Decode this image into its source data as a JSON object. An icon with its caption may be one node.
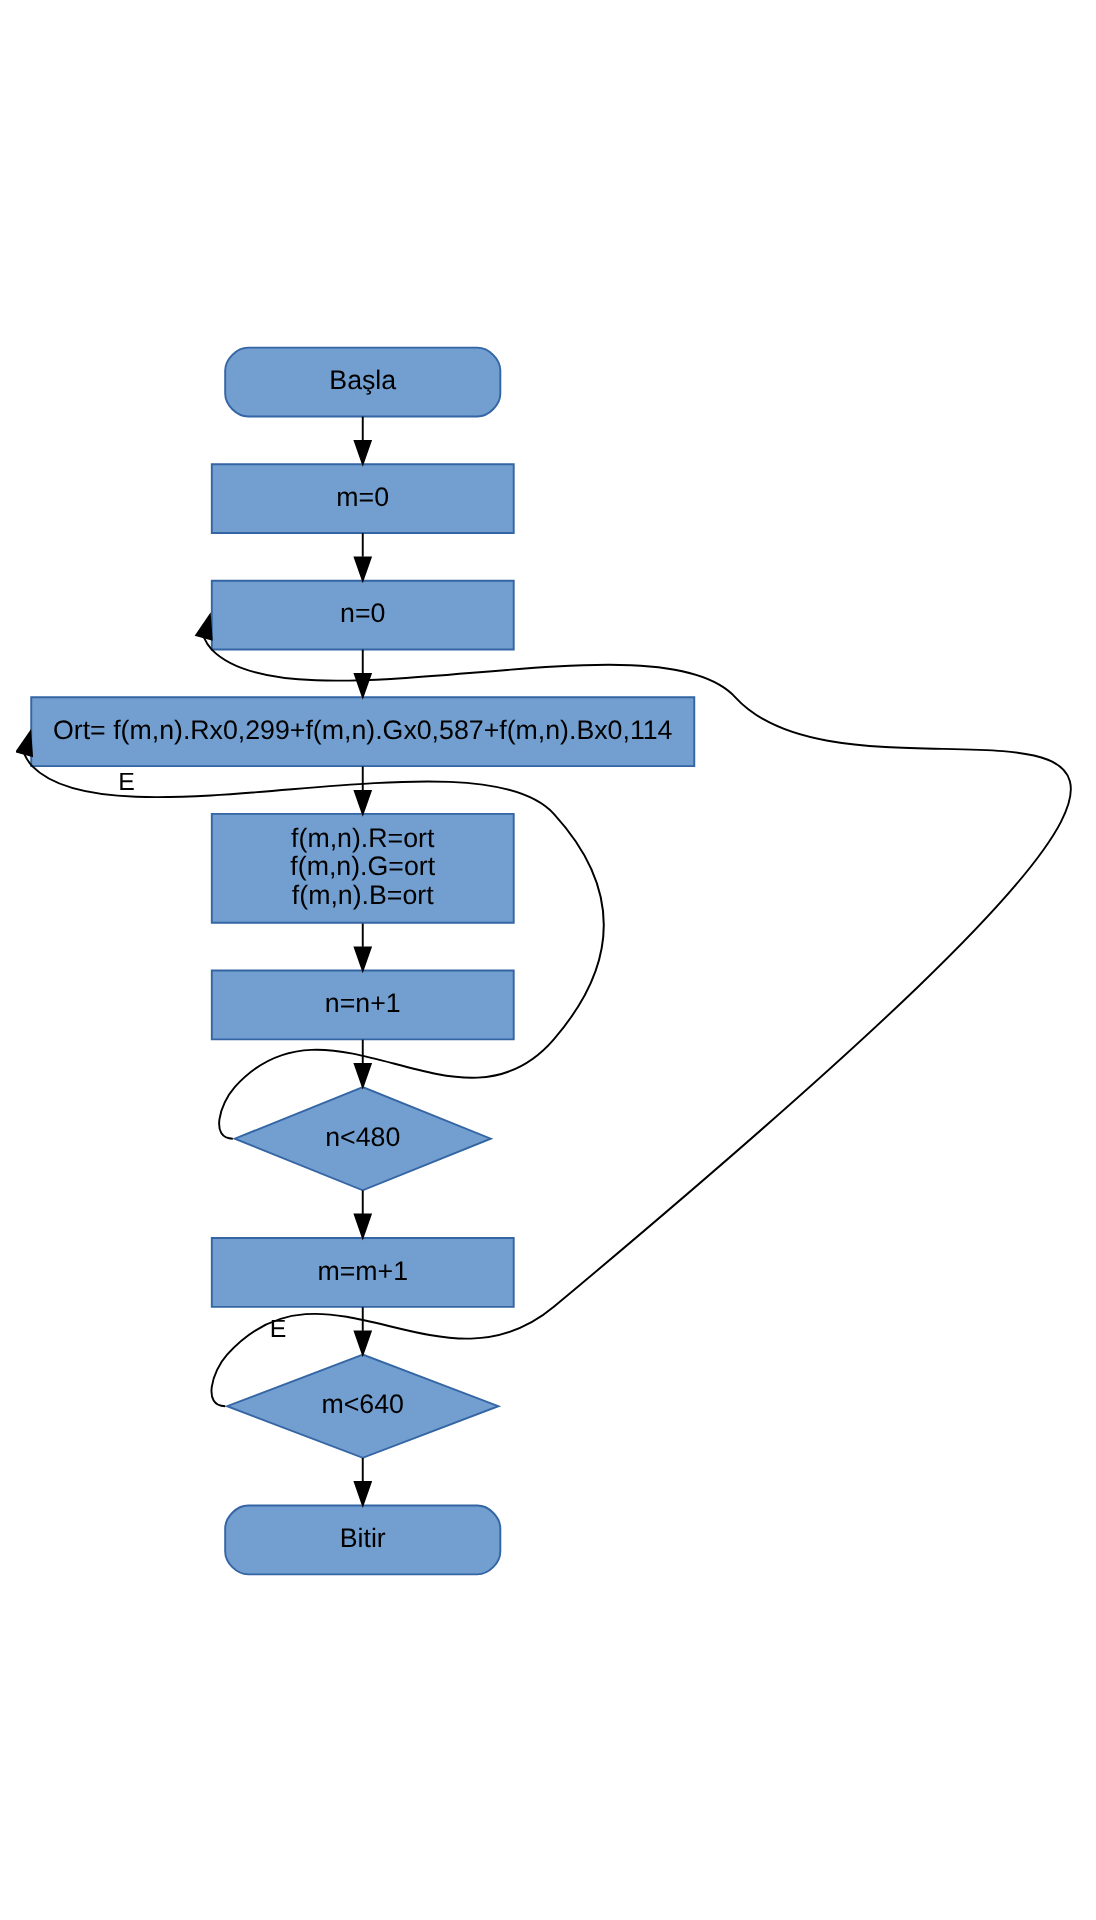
{
  "diagram": {
    "nodes": [
      {
        "text": [
          "Başla"
        ]
      },
      {
        "text": [
          "m=0"
        ]
      },
      {
        "text": [
          "n=0"
        ]
      },
      {
        "text": [
          "Ort= f(m,n).Rx0,299+f(m,n).Gx0,587+f(m,n).Bx0,114"
        ]
      },
      {
        "text": [
          "f(m,n).R=ort",
          "f(m,n).G=ort",
          "f(m,n).B=ort"
        ]
      },
      {
        "text": [
          "n=n+1"
        ]
      },
      {
        "text": [
          "n<480"
        ]
      },
      {
        "text": [
          "m=m+1"
        ]
      },
      {
        "text": [
          "m<640"
        ]
      },
      {
        "text": [
          "Bitir"
        ]
      }
    ],
    "edges": [
      {
        "from": 0,
        "to": 1,
        "arrow": "to"
      },
      {
        "from": 1,
        "to": 2,
        "arrow": "to"
      },
      {
        "from": 2,
        "to": 3,
        "arrow": "to"
      },
      {
        "from": 3,
        "to": 4,
        "arrow": "to"
      },
      {
        "from": 4,
        "to": 5,
        "arrow": "to"
      },
      {
        "from": 5,
        "to": 6,
        "arrow": "to"
      },
      {
        "from": 6,
        "to": 3,
        "arrow": "to",
        "label": "E"
      },
      {
        "from": 6,
        "to": 7,
        "arrow": "to"
      },
      {
        "from": 7,
        "to": 8,
        "arrow": "to"
      },
      {
        "from": 8,
        "to": 2,
        "arrow": "to",
        "label": "E"
      },
      {
        "from": 8,
        "to": 9,
        "arrow": "to"
      }
    ]
  }
}
